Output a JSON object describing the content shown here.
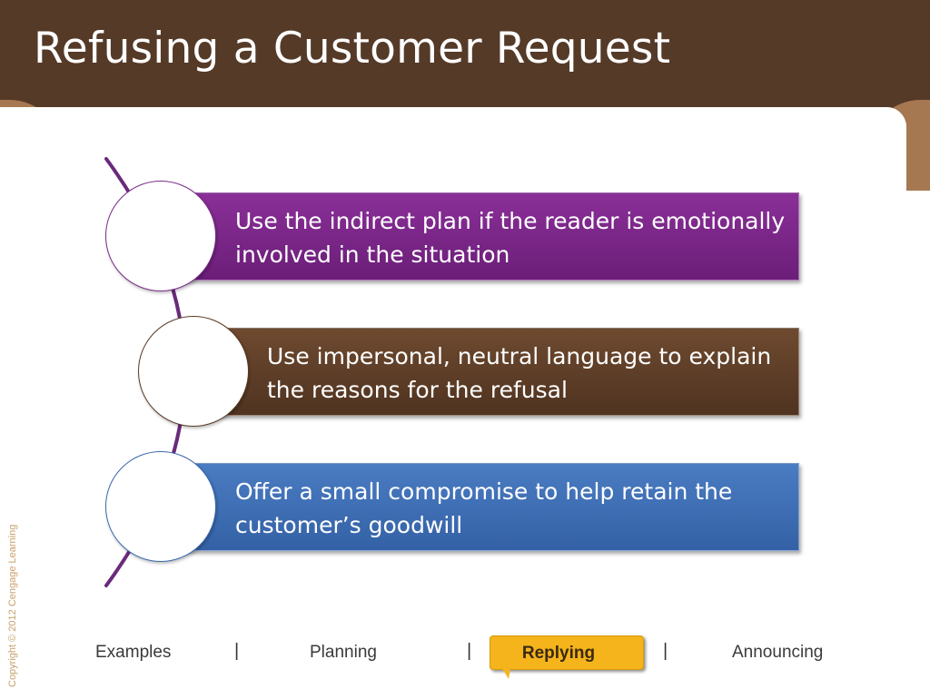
{
  "slide": {
    "title": "Refusing a Customer Request",
    "copyright": "Copyright © 2012 Cengage Learning"
  },
  "items": [
    {
      "text": "Use the indirect plan if the reader is emotionally involved in the situation",
      "color": "#7b2d8a"
    },
    {
      "text": "Use impersonal, neutral language to explain the reasons for the refusal",
      "color": "#5a3b26"
    },
    {
      "text": "Offer a small compromise to help retain the customer’s goodwill",
      "color": "#3d6aaf"
    }
  ],
  "nav": {
    "items": [
      {
        "label": "Examples"
      },
      {
        "label": "Planning"
      },
      {
        "label": "Replying",
        "active": true
      },
      {
        "label": "Announcing"
      }
    ],
    "separator": "|",
    "active_color": "#f5b41b"
  },
  "colors": {
    "header_bg": "#553a28",
    "accent_tan": "#a67851",
    "connector": "#6a2a7a"
  }
}
